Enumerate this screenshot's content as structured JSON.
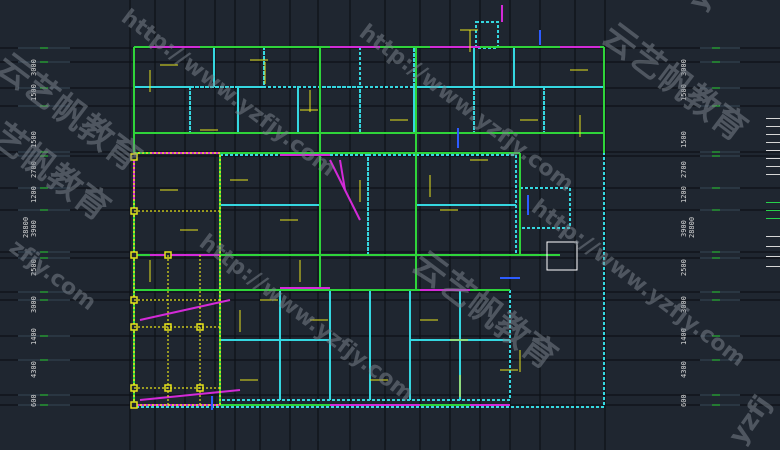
{
  "canvas": {
    "background": "#1f2630"
  },
  "colors": {
    "grid_line": "#2a3442",
    "axis_line": "#0d1117",
    "wall_cyan": "#35d7e0",
    "wall_green": "#2fd43a",
    "beam_magenta": "#d32ad8",
    "column_yellow": "#e6e21b",
    "accent_blue": "#2d5cff",
    "white": "#ffffff"
  },
  "dimensions": {
    "left_labels": [
      "3000",
      "1500",
      "1500",
      "2700",
      "1200",
      "3900",
      "2500",
      "3000",
      "1400",
      "4300",
      "600"
    ],
    "left_total": "28800",
    "right_labels": [
      "3000",
      "1500",
      "1500",
      "2700",
      "1200",
      "3900",
      "2500",
      "3000",
      "1400",
      "4300",
      "600"
    ],
    "right_total": "28800"
  },
  "watermarks": {
    "url_1": "http://www.yzfjy.com",
    "url_2": "http://www.yzfjy.com",
    "url_3": "http://www.yzfjy.com",
    "url_4": "http://www.yzfjy.com",
    "fragment_top": "yzfjy",
    "fragment_bottom": "yzfj",
    "fragment_left_url": "zfjy.com",
    "brand_1": "云艺帆教育",
    "brand_2": "云艺帆教育",
    "brand_3": "云艺帆教育",
    "brand_4": "艺帆教育"
  }
}
